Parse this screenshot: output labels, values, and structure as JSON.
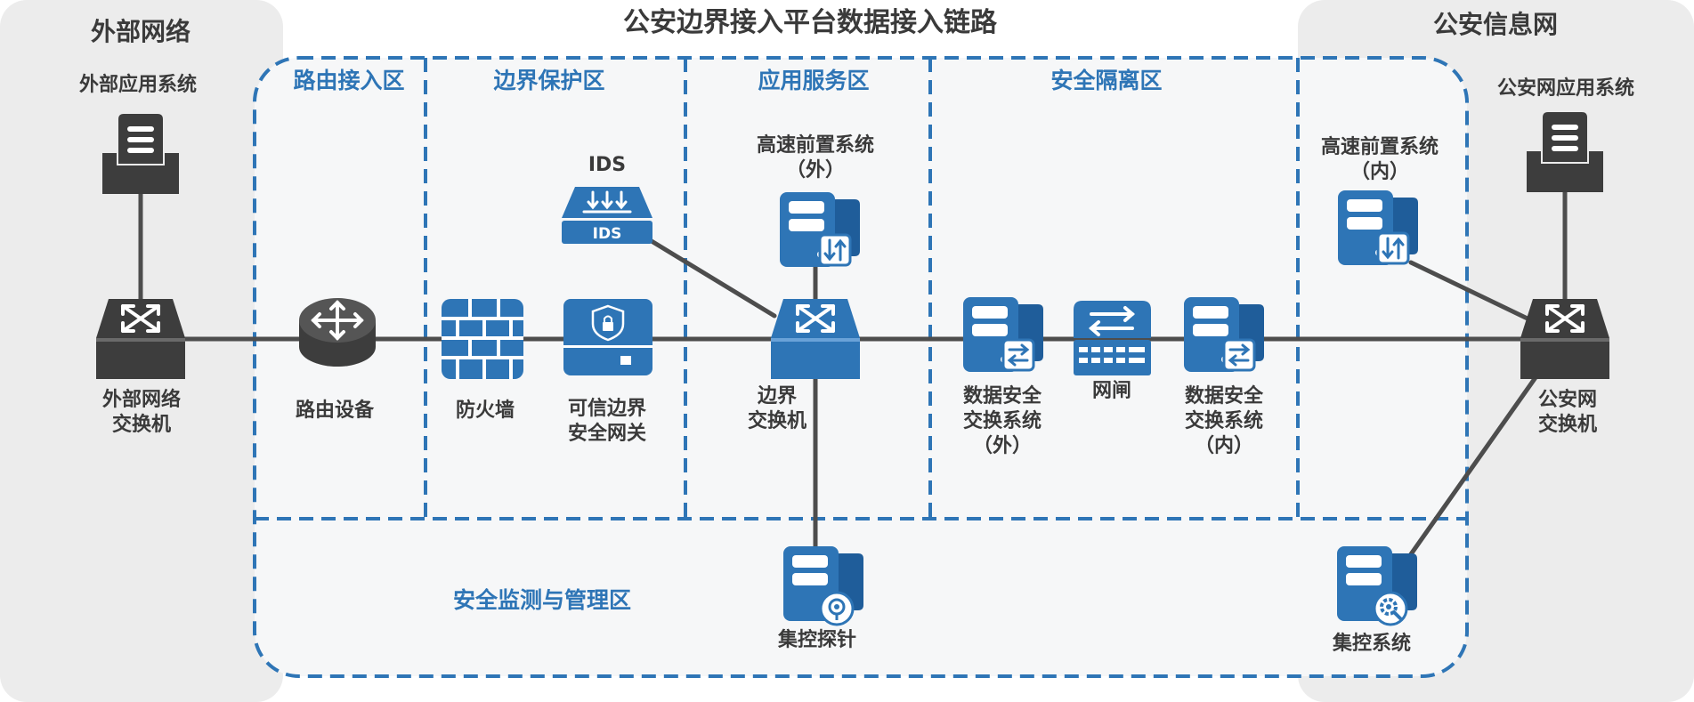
{
  "title": "公安边界接入平台数据接入链路",
  "colors": {
    "blue": "#2e75b6",
    "dark": "#3d3d3d",
    "panel": "#ececec",
    "inner": "#f6f7f8",
    "line": "#4d4d4d"
  },
  "regions": {
    "external": "外部网络",
    "police": "公安信息网"
  },
  "zones": {
    "routing": "路由接入区",
    "boundary": "边界保护区",
    "app_service": "应用服务区",
    "isolation": "安全隔离区",
    "monitor": "安全监测与管理区"
  },
  "nodes": {
    "ext_app": {
      "label": "外部应用系统",
      "icon": "terminal-icon"
    },
    "ext_switch": {
      "label": [
        "外部网络",
        "交换机"
      ],
      "icon": "switch-icon"
    },
    "router": {
      "label": "路由设备",
      "icon": "router-icon"
    },
    "firewall": {
      "label": "防火墙",
      "icon": "firewall-icon"
    },
    "ids": {
      "label": "IDS",
      "badge": "IDS",
      "icon": "ids-icon"
    },
    "gateway": {
      "label": [
        "可信边界",
        "安全网关"
      ],
      "icon": "gateway-icon"
    },
    "hs_out": {
      "label": [
        "高速前置系统",
        "（外）"
      ],
      "icon": "server-icon"
    },
    "b_switch": {
      "label": [
        "边界",
        "交换机"
      ],
      "icon": "switch-icon"
    },
    "dx_out": {
      "label": [
        "数据安全",
        "交换系统",
        "（外）"
      ],
      "icon": "server-icon"
    },
    "gap": {
      "label": "网闸",
      "icon": "netgap-icon"
    },
    "dx_in": {
      "label": [
        "数据安全",
        "交换系统",
        "（内）"
      ],
      "icon": "server-icon"
    },
    "hs_in": {
      "label": [
        "高速前置系统",
        "（内）"
      ],
      "icon": "server-icon"
    },
    "police_app": {
      "label": "公安网应用系统",
      "icon": "terminal-icon"
    },
    "p_switch": {
      "label": [
        "公安网",
        "交换机"
      ],
      "icon": "switch-icon"
    },
    "probe": {
      "label": "集控探针",
      "icon": "server-probe-icon"
    },
    "ctrl": {
      "label": "集控系统",
      "icon": "server-gear-icon"
    }
  }
}
